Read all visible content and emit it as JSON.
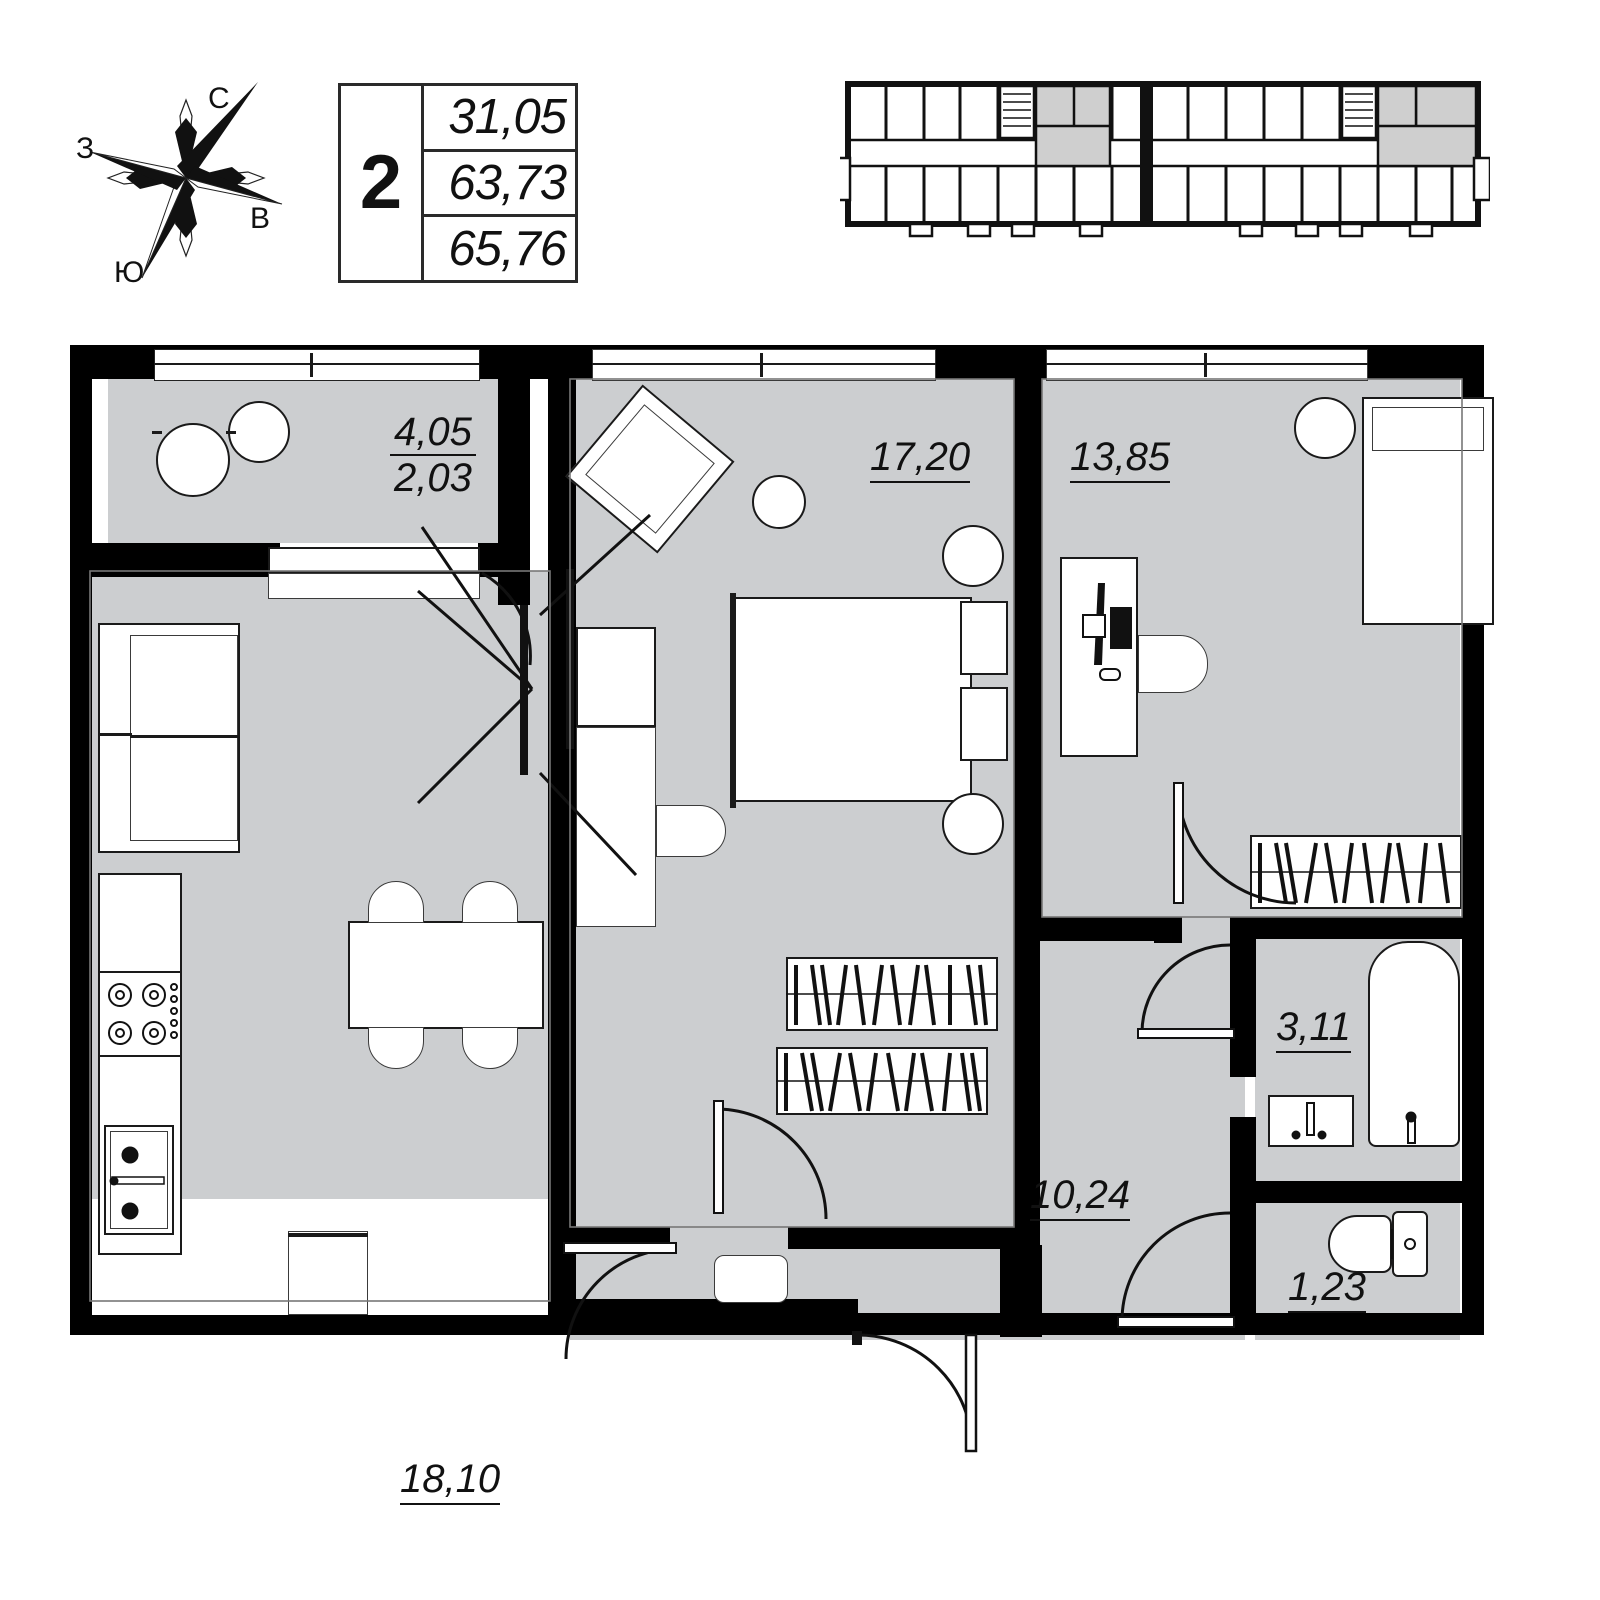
{
  "compass": {
    "north": "С",
    "west": "З",
    "east": "В",
    "south": "Ю"
  },
  "area_table": {
    "rooms": "2",
    "living_area": "31,05",
    "area_without_balcony": "63,73",
    "total_area": "65,76"
  },
  "key_plan": {
    "caption": ""
  },
  "floorplan": {
    "rooms": [
      {
        "name": "balcony",
        "label_top": "4,05",
        "label_bottom": "2,03"
      },
      {
        "name": "kitchen-living",
        "label": "18,10"
      },
      {
        "name": "bedroom-large",
        "label": "17,20"
      },
      {
        "name": "bedroom-small",
        "label": "13,85"
      },
      {
        "name": "hallway",
        "label": "10,24"
      },
      {
        "name": "bathroom",
        "label": "3,11"
      },
      {
        "name": "wc",
        "label": "1,23"
      }
    ]
  },
  "colors": {
    "wall": "#000000",
    "room_fill": "#ccced0",
    "furniture_stroke": "#1a1a1a",
    "text": "#111111",
    "keyplan_highlight": "#cfcfcf"
  }
}
